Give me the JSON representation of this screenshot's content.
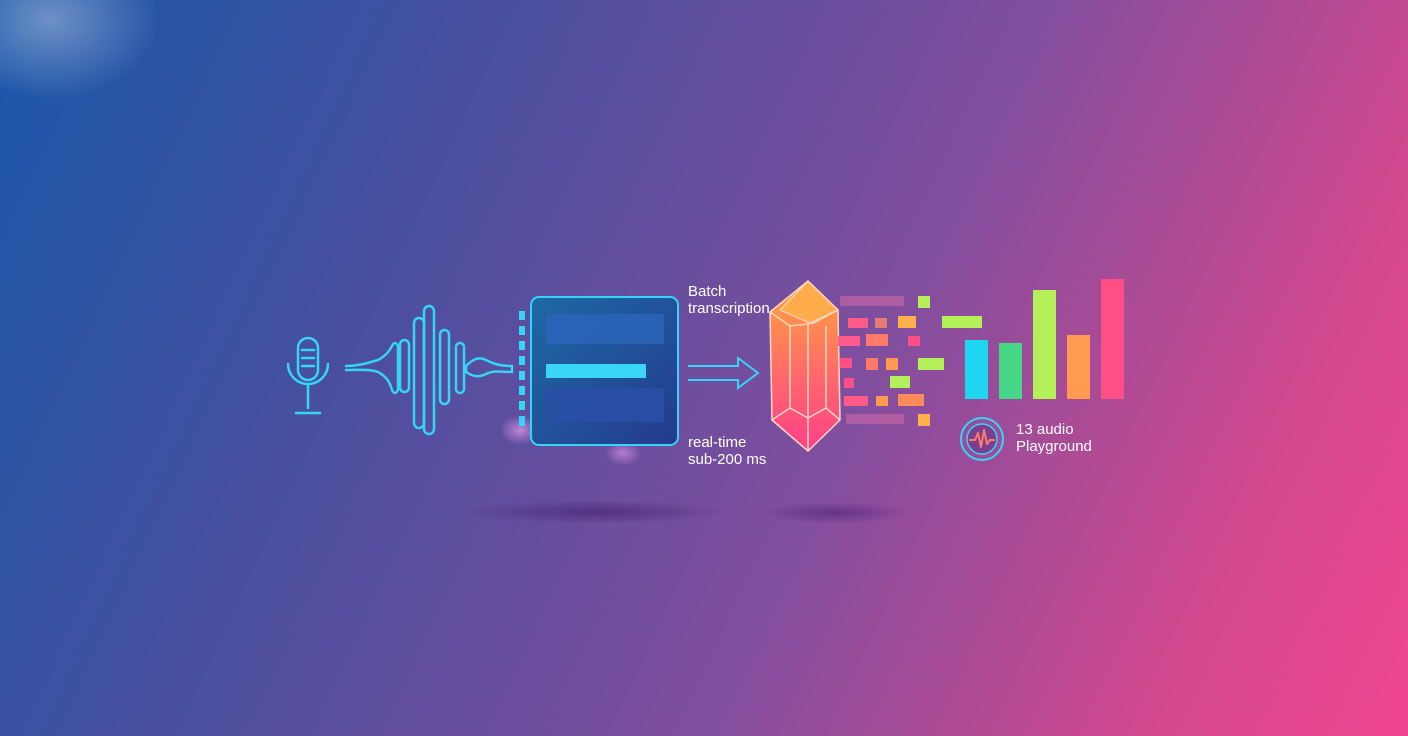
{
  "labels": {
    "batch_line1": "Batch",
    "batch_line2": "transcription",
    "realtime_line1": "real-time",
    "realtime_line2": "sub-200 ms",
    "audio_line1": "13 audio",
    "audio_line2": "Playground"
  },
  "icons": {
    "microphone": "microphone-icon",
    "waveform": "sound-wave-icon",
    "processor": "processor-panel-icon",
    "arrow": "arrow-right-icon",
    "crystal": "crystal-icon",
    "audio_badge": "audio-wave-badge-icon"
  },
  "colors": {
    "neon_cyan": "#36d4f6",
    "panel_dark": "#1f3f86",
    "crystal_orange": "#ff9a3c",
    "crystal_pink": "#ff4f86",
    "bar_cyan": "#1ed6f0",
    "bar_green": "#46d886",
    "bar_lime": "#b4f05a",
    "bar_orange": "#ff9a50",
    "bar_pink": "#ff4f86"
  },
  "bars": [
    {
      "name": "bar-1",
      "color": "#1ed6f0",
      "level": 0.49
    },
    {
      "name": "bar-2",
      "color": "#46d886",
      "level": 0.47
    },
    {
      "name": "bar-3",
      "color": "#b4f05a",
      "level": 0.91
    },
    {
      "name": "bar-4",
      "color": "#ff9a50",
      "level": 0.53
    },
    {
      "name": "bar-5",
      "color": "#ff4f86",
      "level": 1.0
    }
  ]
}
